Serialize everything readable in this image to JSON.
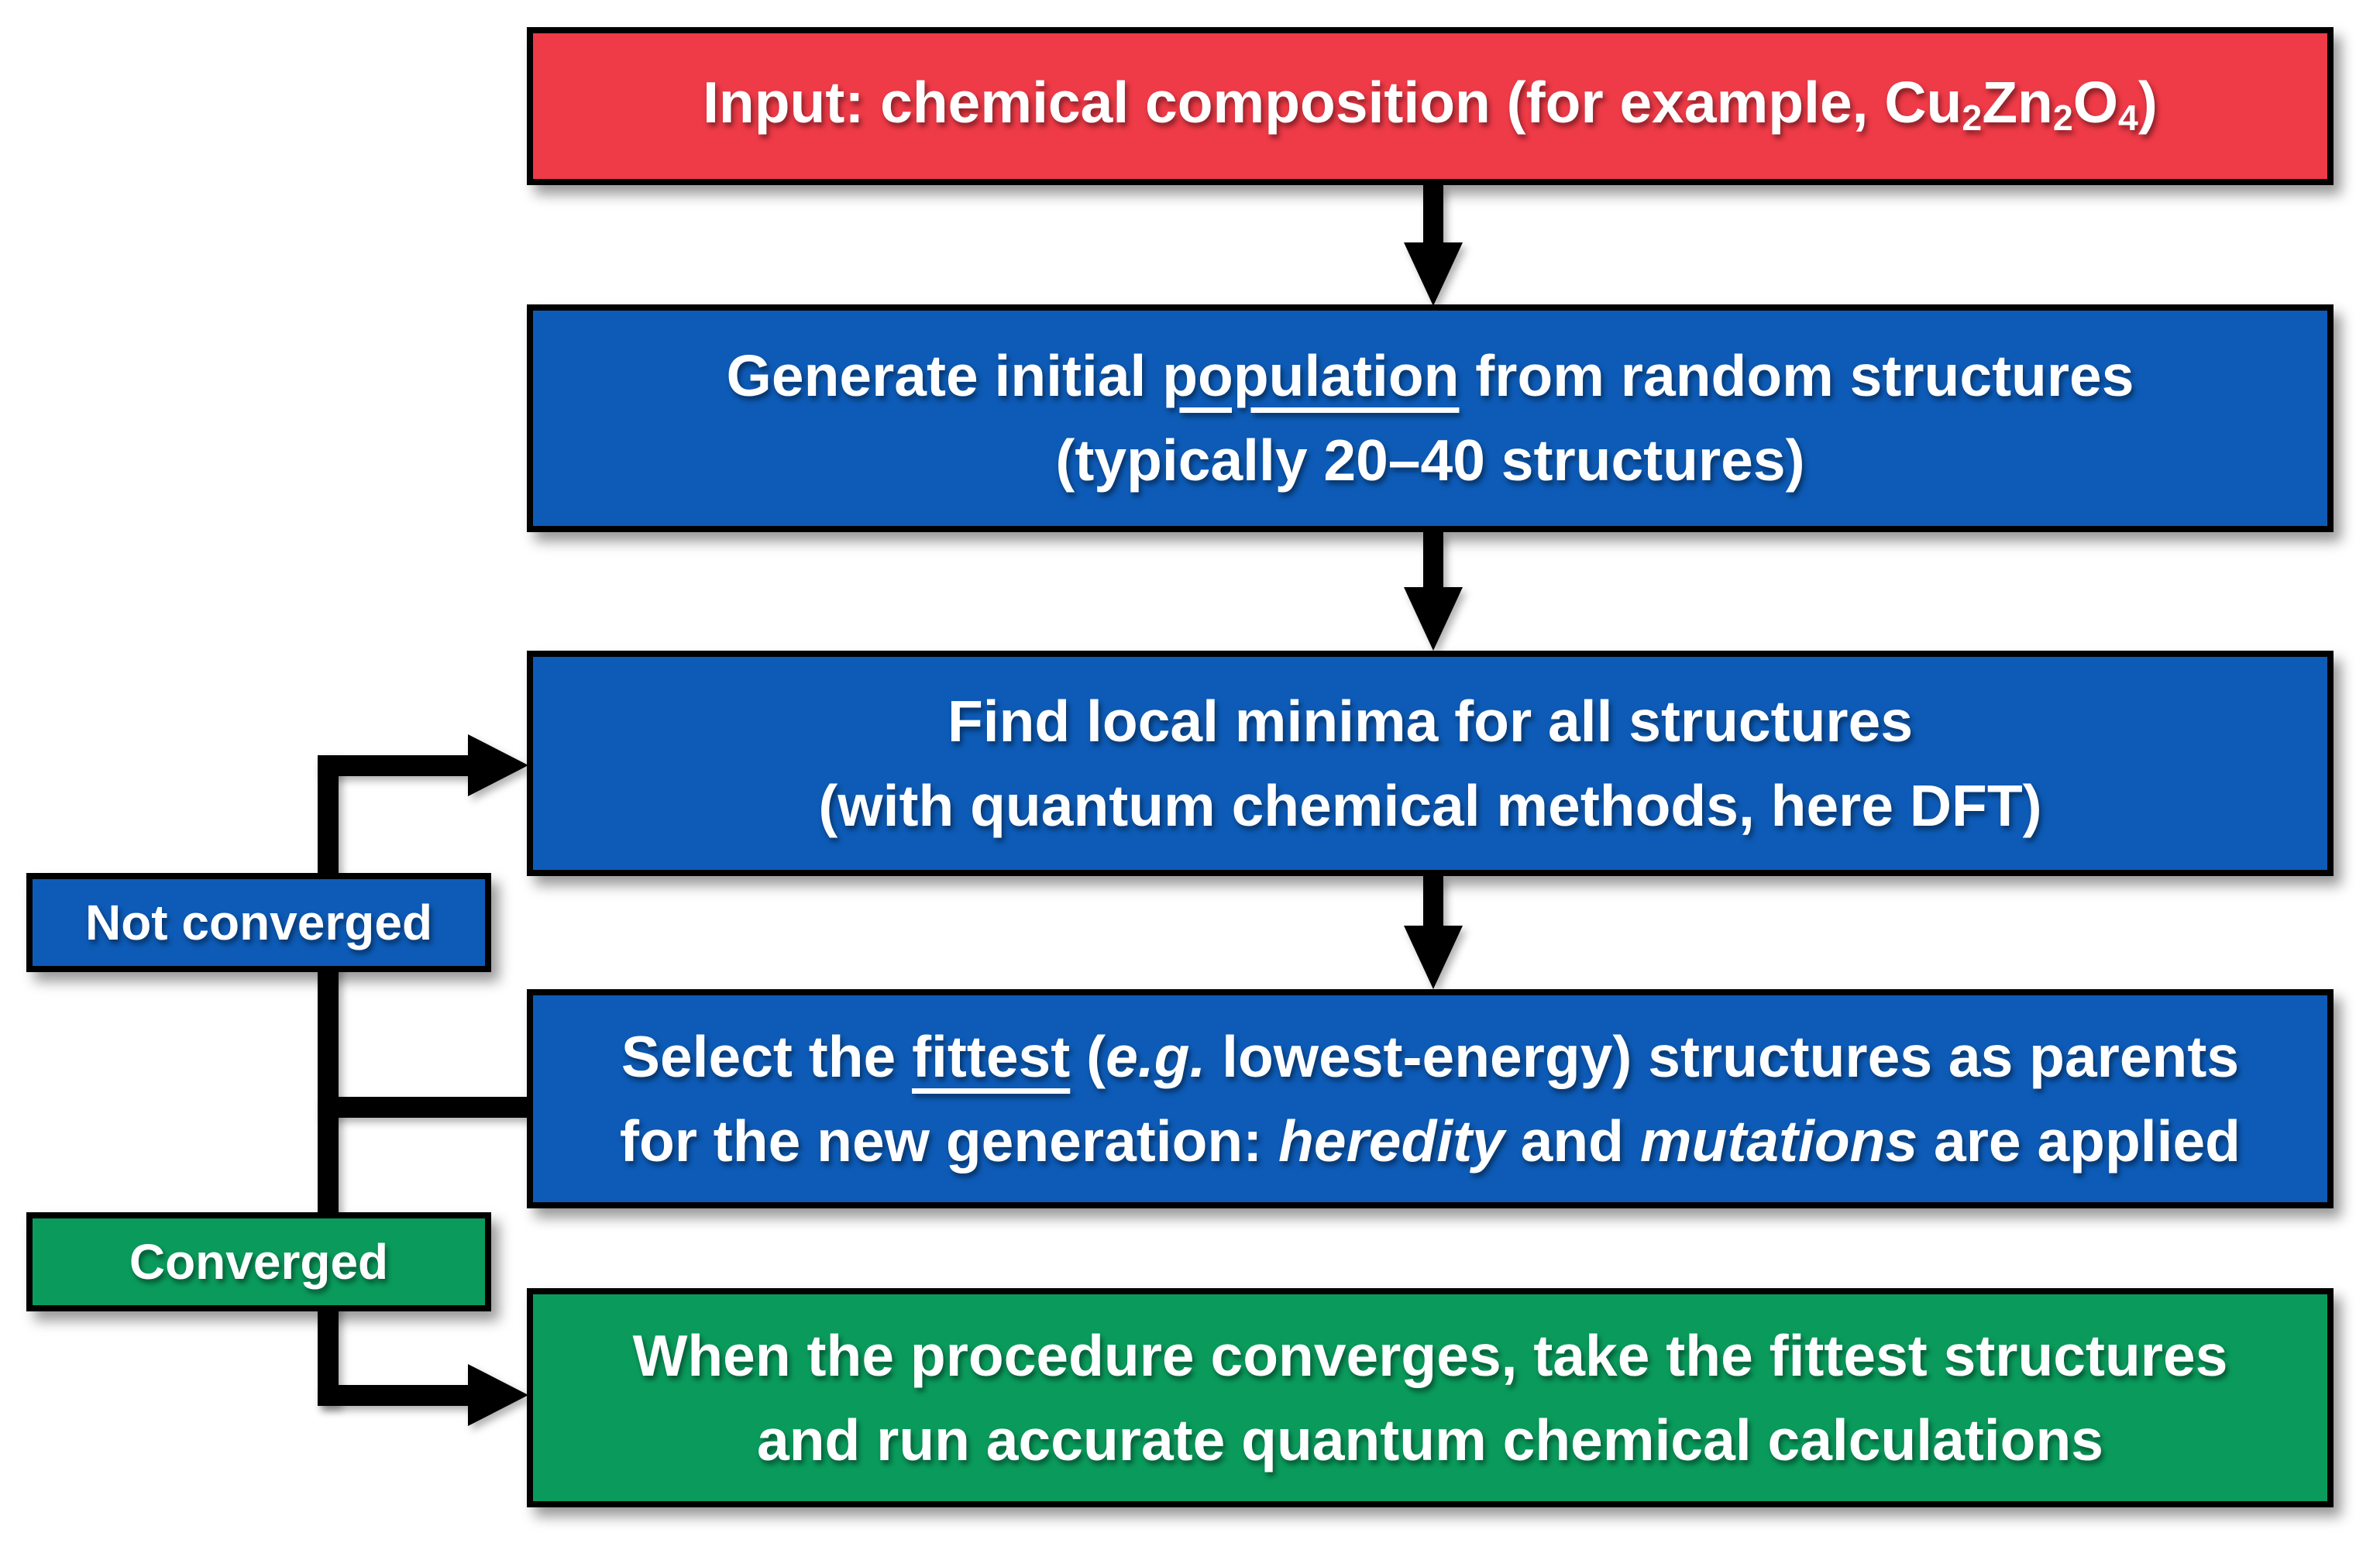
{
  "title": "Evolutionary structure search flowchart",
  "colors": {
    "red": "#EF3A47",
    "blue": "#0D5BB7",
    "green": "#0A9B5C",
    "stroke": "#000000",
    "text": "#FFFFFF"
  },
  "boxes": {
    "input": {
      "lines": [
        [
          {
            "t": "Input: chemical composition (for example, Cu"
          },
          {
            "t": "2",
            "s": "sub"
          },
          {
            "t": "Zn"
          },
          {
            "t": "2",
            "s": "sub"
          },
          {
            "t": "O"
          },
          {
            "t": "4",
            "s": "sub"
          },
          {
            "t": ")"
          }
        ]
      ]
    },
    "generate": {
      "lines": [
        [
          {
            "t": "Generate initial "
          },
          {
            "t": "population",
            "s": "u"
          },
          {
            "t": " from random structures"
          }
        ],
        [
          {
            "t": "(typically 20–40 structures)"
          }
        ]
      ]
    },
    "minima": {
      "lines": [
        [
          {
            "t": "Find local minima for all structures"
          }
        ],
        [
          {
            "t": "(with quantum chemical methods, here DFT)"
          }
        ]
      ]
    },
    "select": {
      "lines": [
        [
          {
            "t": "Select the "
          },
          {
            "t": "fittest",
            "s": "u"
          },
          {
            "t": " ("
          },
          {
            "t": "e.g.",
            "s": "i"
          },
          {
            "t": " lowest-energy) structures as parents"
          }
        ],
        [
          {
            "t": "for the new generation: "
          },
          {
            "t": "heredity",
            "s": "i"
          },
          {
            "t": " and "
          },
          {
            "t": "mutations",
            "s": "i"
          },
          {
            "t": " are applied"
          }
        ]
      ]
    },
    "final": {
      "lines": [
        [
          {
            "t": "When the procedure converges, take the fittest structures"
          }
        ],
        [
          {
            "t": "and run accurate quantum chemical calculations"
          }
        ]
      ]
    }
  },
  "labels": {
    "not_converged": {
      "text": "Not converged"
    },
    "converged": {
      "text": "Converged"
    }
  }
}
